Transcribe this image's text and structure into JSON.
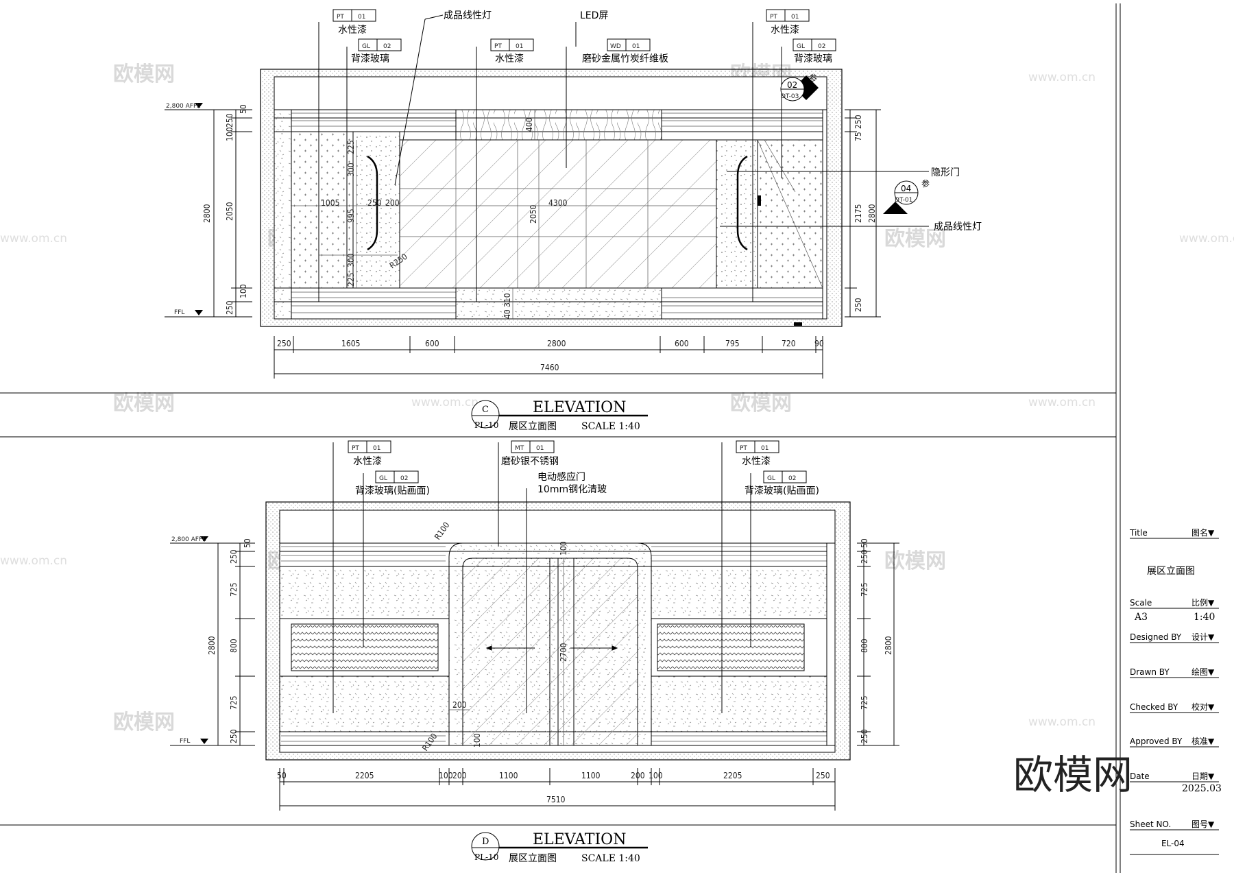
{
  "watermark": {
    "logo": "欧模网",
    "url": "www.om.cn",
    "brand": "欧模网"
  },
  "elevation_c": {
    "tags": [
      {
        "code": "PT",
        "num": "01",
        "label": "水性漆"
      },
      {
        "code": "GL",
        "num": "02",
        "label": "背漆玻璃"
      },
      {
        "code": "PT",
        "num": "01",
        "label": "水性漆"
      },
      {
        "code": "WD",
        "num": "01",
        "label": "磨砂金属竹炭纤维板"
      },
      {
        "code": "PT",
        "num": "01",
        "label": "水性漆"
      },
      {
        "code": "GL",
        "num": "02",
        "label": "背漆玻璃"
      }
    ],
    "callouts": {
      "light_top": "成品线性灯",
      "led": "LED屏",
      "hidden_door": "隐形门",
      "light_right": "成品线性灯",
      "ref_a_num": "02",
      "ref_a_sheet": "DT-03",
      "ref_a_word": "参",
      "ref_b_num": "04",
      "ref_b_sheet": "DT-01",
      "ref_b_word": "参"
    },
    "levels": {
      "top": "2,800 AFFL",
      "floor": "FFL"
    },
    "left_dims": [
      "50",
      "250",
      "100",
      "2050",
      "100",
      "250",
      "2800"
    ],
    "inner_dims": [
      "225",
      "300",
      "1005",
      "995",
      "300",
      "225",
      "250",
      "200",
      "R250",
      "4300",
      "2050",
      "400",
      "40",
      "310"
    ],
    "right_dims": [
      "75",
      "250",
      "2175",
      "250",
      "2800"
    ],
    "bottom_dims": [
      "250",
      "1605",
      "600",
      "2800",
      "600",
      "795",
      "720",
      "90"
    ],
    "total": "7460",
    "title": {
      "letter": "C",
      "ref": "PL-10",
      "heading": "ELEVATION",
      "subtitle": "展区立面图",
      "scale": "SCALE 1:40"
    }
  },
  "elevation_d": {
    "tags": [
      {
        "code": "PT",
        "num": "01",
        "label": "水性漆"
      },
      {
        "code": "GL",
        "num": "02",
        "label": "背漆玻璃(贴画面)"
      },
      {
        "code": "MT",
        "num": "01",
        "label": "磨砂银不锈钢"
      },
      {
        "code": "PT",
        "num": "01",
        "label": "水性漆"
      },
      {
        "code": "GL",
        "num": "02",
        "label": "背漆玻璃(贴画面)"
      }
    ],
    "callouts": {
      "door_line1": "电动感应门",
      "door_line2": "10mm钢化清玻"
    },
    "levels": {
      "top": "2,800 AFFL",
      "floor": "FFL"
    },
    "left_dims": [
      "50",
      "250",
      "725",
      "800",
      "725",
      "250",
      "2800"
    ],
    "inner_dims": [
      "R100",
      "100",
      "2700",
      "200",
      "R100",
      "100"
    ],
    "right_dims": [
      "50",
      "250",
      "725",
      "800",
      "725",
      "250",
      "2800"
    ],
    "bottom_dims": [
      "50",
      "2205",
      "100",
      "200",
      "1100",
      "1100",
      "200",
      "100",
      "2205",
      "250"
    ],
    "total": "7510",
    "title": {
      "letter": "D",
      "ref": "PL-10",
      "heading": "ELEVATION",
      "subtitle": "展区立面图",
      "scale": "SCALE 1:40"
    }
  },
  "title_block": {
    "title_en": "Title",
    "title_cn": "图名▼",
    "title_value": "展区立面图",
    "scale_en": "Scale",
    "scale_cn": "比例▼",
    "paper": "A3",
    "scale_value": "1:40",
    "designed_en": "Designed BY",
    "designed_cn": "设计▼",
    "drawn_en": "Drawn BY",
    "drawn_cn": "绘图▼",
    "checked_en": "Checked BY",
    "checked_cn": "校对▼",
    "approved_en": "Approved BY",
    "approved_cn": "核准▼",
    "date_en": "Date",
    "date_cn": "日期▼",
    "date_value": "2025.03",
    "sheet_en": "Sheet NO.",
    "sheet_cn": "图号▼",
    "sheet_value": "EL-04"
  }
}
